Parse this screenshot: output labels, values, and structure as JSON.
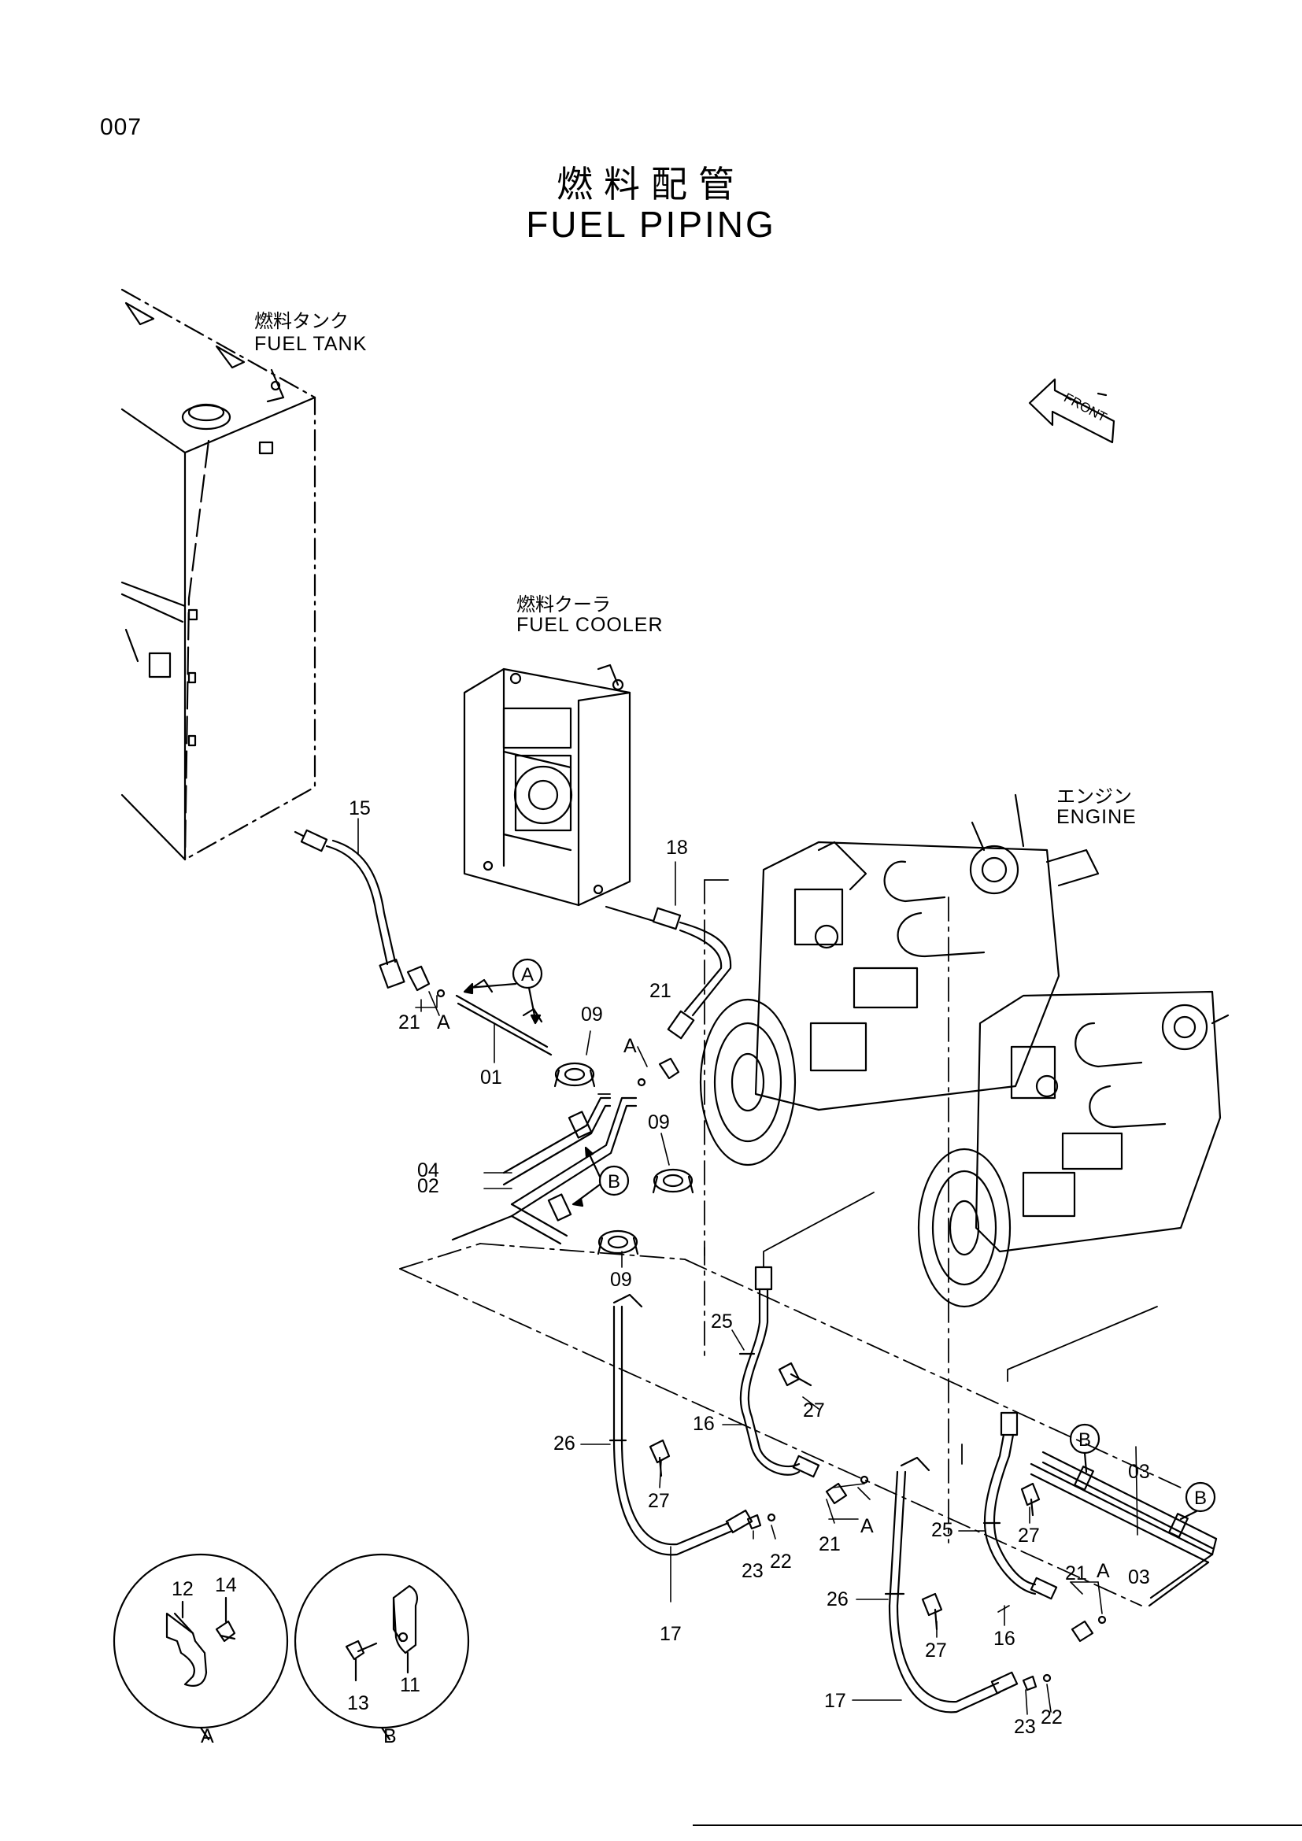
{
  "page_number": "007",
  "title_jp": "燃料配管",
  "title_en": "FUEL PIPING",
  "components": {
    "fuel_tank": {
      "jp": "燃料タンク",
      "en": "FUEL TANK"
    },
    "fuel_cooler": {
      "jp": "燃料クーラ",
      "en": "FUEL COOLER"
    },
    "engine": {
      "jp": "エンジン",
      "en": "ENGINE"
    },
    "front": "FRONT"
  },
  "detail_refs": {
    "a": "A",
    "b": "B"
  },
  "callouts": {
    "c15": "15",
    "c18": "18",
    "c21a": "21",
    "c21b": "21",
    "c21c": "21",
    "c21d": "21",
    "cA1": "A",
    "cA2": "A",
    "cA3": "A",
    "cA4": "A",
    "c01": "01",
    "c09a": "09",
    "c09b": "09",
    "c09c": "09",
    "c04": "04",
    "c02": "02",
    "c25a": "25",
    "c25b": "25",
    "c27a": "27",
    "c27b": "27",
    "c27c": "27",
    "c27d": "27",
    "c16a": "16",
    "c16b": "16",
    "c26a": "26",
    "c26b": "26",
    "c03a": "03",
    "c03b": "03",
    "c23a": "23",
    "c23b": "23",
    "c22a": "22",
    "c22b": "22",
    "c17a": "17",
    "c17b": "17",
    "c12": "12",
    "c14": "14",
    "c13": "13",
    "c11": "11"
  }
}
